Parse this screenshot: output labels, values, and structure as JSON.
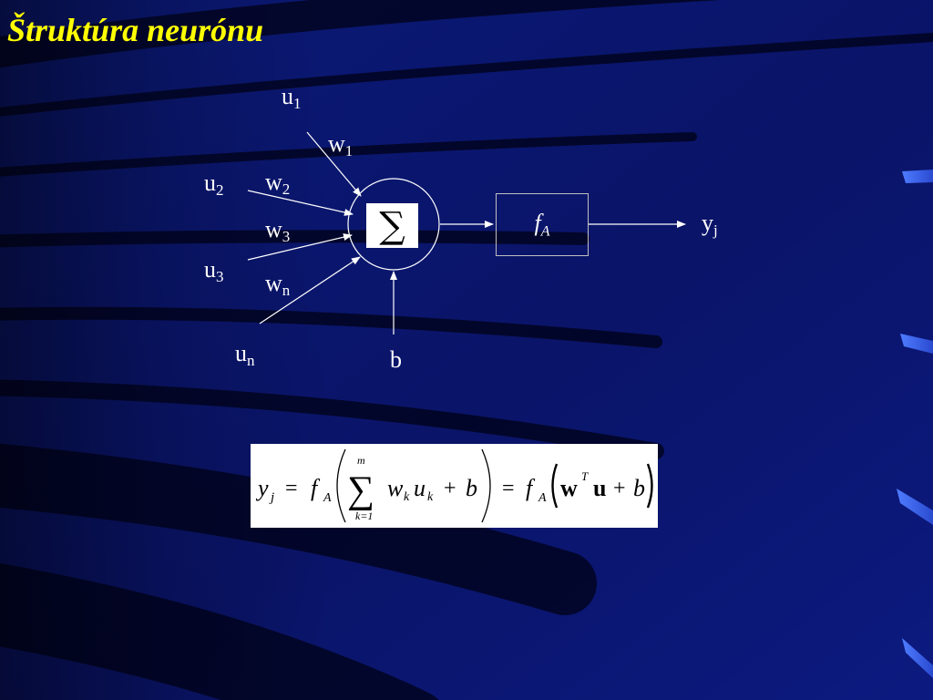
{
  "slide": {
    "title": "Štruktúra neurónu"
  },
  "diagram": {
    "inputs": [
      {
        "base": "u",
        "sub": "1"
      },
      {
        "base": "u",
        "sub": "2"
      },
      {
        "base": "u",
        "sub": "3"
      },
      {
        "base": "u",
        "sub": "n"
      }
    ],
    "weights": [
      {
        "base": "w",
        "sub": "1"
      },
      {
        "base": "w",
        "sub": "2"
      },
      {
        "base": "w",
        "sub": "3"
      },
      {
        "base": "w",
        "sub": "n"
      }
    ],
    "sum_symbol": "∑",
    "activation": {
      "base": "f",
      "sub": "A"
    },
    "output": {
      "base": "y",
      "sub": "j"
    },
    "bias": "b"
  },
  "formula": {
    "lhs": "y",
    "lhs_sub": "j",
    "eq": "=",
    "f": "f",
    "f_sub": "A",
    "sum_upper": "m",
    "sum_lower": "k=1",
    "sum_symbol": "∑",
    "w": "w",
    "w_sub": "k",
    "u": "u",
    "u_sub": "k",
    "plus": "+",
    "b": "b",
    "vec_w": "w",
    "transpose": "T",
    "vec_u": "u"
  }
}
